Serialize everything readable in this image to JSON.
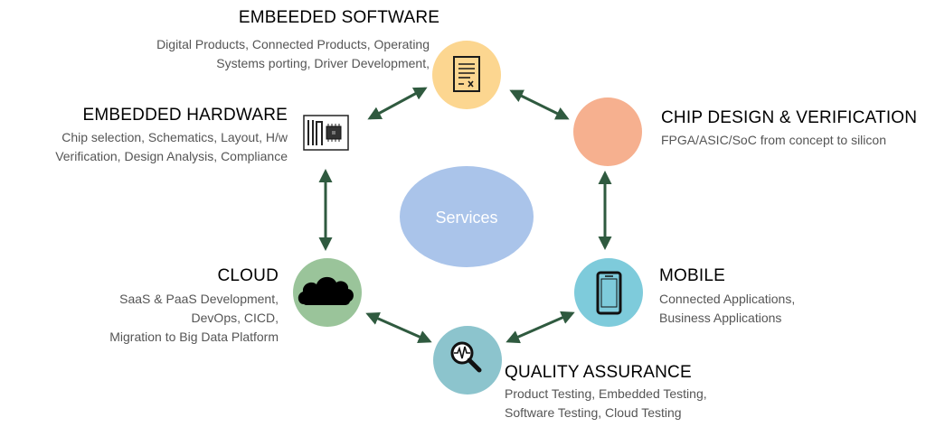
{
  "center": {
    "label": "Services",
    "color": "#aac4ea"
  },
  "arrow_color": "#2f5a3f",
  "nodes": {
    "embedded_software": {
      "title": "EMBEEDED SOFTWARE",
      "lines": [
        "Digital Products, Connected Products, Operating",
        "Systems porting, Driver Development,"
      ],
      "color": "#fcd690",
      "icon": "document-icon"
    },
    "chip_design": {
      "title": "CHIP DESIGN & VERIFICATION",
      "lines": [
        "FPGA/ASIC/SoC from concept to silicon"
      ],
      "color": "#f6b08f",
      "icon": ""
    },
    "mobile": {
      "title": "MOBILE",
      "lines": [
        "Connected Applications,",
        "Business Applications"
      ],
      "color": "#7ecbdb",
      "icon": "smartphone-icon"
    },
    "quality_assurance": {
      "title": "QUALITY ASSURANCE",
      "lines": [
        "Product Testing, Embedded Testing,",
        "Software Testing, Cloud Testing"
      ],
      "color": "#8cc4cd",
      "icon": "magnifier-chart-icon"
    },
    "cloud": {
      "title": "CLOUD",
      "lines": [
        "SaaS & PaaS Development,",
        "DevOps, CICD,",
        "Migration to Big Data Platform"
      ],
      "color": "#9ac49a",
      "icon": "cloud-icon"
    },
    "embedded_hardware": {
      "title": "EMBEDDED HARDWARE",
      "lines": [
        "Chip selection, Schematics, Layout, H/w",
        "Verification, Design Analysis, Compliance"
      ],
      "color": "#ffffff",
      "icon": "circuit-board-icon"
    }
  }
}
